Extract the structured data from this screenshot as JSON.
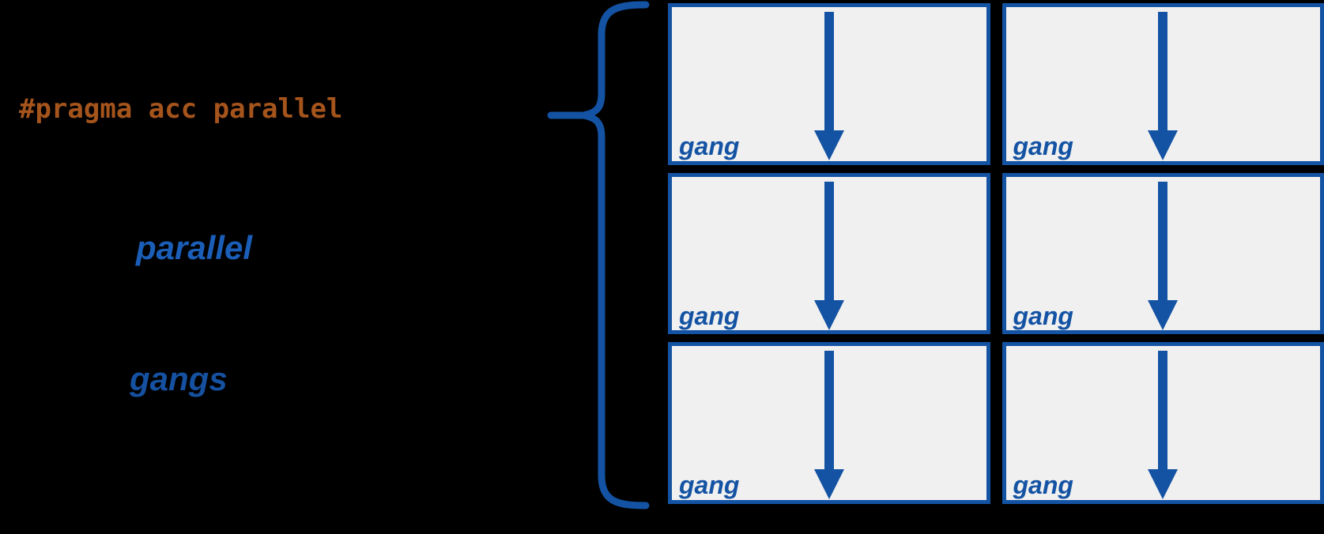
{
  "background_color": "#000000",
  "left_panel": {
    "pragma_code": "#pragma acc parallel",
    "pragma_color": "#A5541C",
    "parallel_label": "parallel",
    "parallel_color": "#1B5EB8",
    "gangs_label": "gangs",
    "gangs_color": "#1651A1"
  },
  "brace": {
    "shape": "left-curly-brace",
    "color": "#1453A3",
    "leader_line": "horizontal line from pragma text side to brace cusp"
  },
  "grid": {
    "rows": 3,
    "columns": 2,
    "box_fill": "#F0F0F1",
    "box_border_color": "#1453A3",
    "arrow_color": "#1453A3",
    "arrow_direction": "down",
    "cells": [
      {
        "label": "gang"
      },
      {
        "label": "gang"
      },
      {
        "label": "gang"
      },
      {
        "label": "gang"
      },
      {
        "label": "gang"
      },
      {
        "label": "gang"
      }
    ]
  }
}
